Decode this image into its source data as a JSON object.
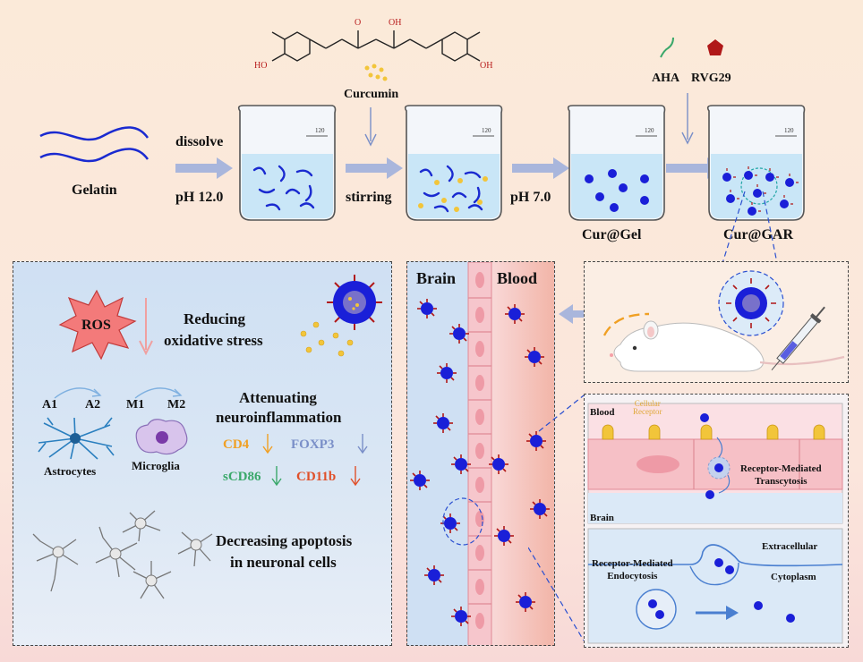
{
  "synthesis": {
    "gelatin": "Gelatin",
    "dissolve": "dissolve",
    "ph12": "pH 12.0",
    "curcumin": "Curcumin",
    "stirring": "stirring",
    "ph7": "pH 7.0",
    "curgel": "Cur@Gel",
    "curgar": "Cur@GAR",
    "aha": "AHA",
    "rvg29": "RVG29",
    "molecule": {
      "o": "O",
      "oh": "OH",
      "ho_left": "HO",
      "ho_right": "OH"
    },
    "beaker_mark": "120"
  },
  "effects": {
    "ros": "ROS",
    "reducing_line1": "Reducing",
    "reducing_line2": "oxidative stress",
    "a1": "A1",
    "a2": "A2",
    "m1": "M1",
    "m2": "M2",
    "astrocytes": "Astrocytes",
    "microglia": "Microglia",
    "attenuating_line1": "Attenuating",
    "attenuating_line2": "neuroinflammation",
    "markers": [
      {
        "label": "CD4",
        "color": "#f0a024"
      },
      {
        "label": "FOXP3",
        "color": "#7a8fc8"
      },
      {
        "label": "sCD86",
        "color": "#3aa86a"
      },
      {
        "label": "CD11b",
        "color": "#e0502a"
      }
    ],
    "apoptosis_line1": "Decreasing apoptosis",
    "apoptosis_line2": "in neuronal cells"
  },
  "bbb": {
    "brain": "Brain",
    "blood": "Blood"
  },
  "transcytosis": {
    "blood": "Blood",
    "receptor_line1": "Cellular",
    "receptor_line2": "Receptor",
    "rmt_line1": "Receptor-Mediated",
    "rmt_line2": "Transcytosis",
    "brain": "Brain",
    "rme_line1": "Receptor-Mediated",
    "rme_line2": "Endocytosis",
    "extracellular": "Extracellular",
    "cytoplasm": "Cytoplasm"
  },
  "colors": {
    "arrow": "#a9b6dc",
    "nanoparticle": "#1a1fd8",
    "ligand": "#b01818",
    "gelatin_chain": "#1a2ad0",
    "curcumin_dot": "#f2c53a"
  }
}
